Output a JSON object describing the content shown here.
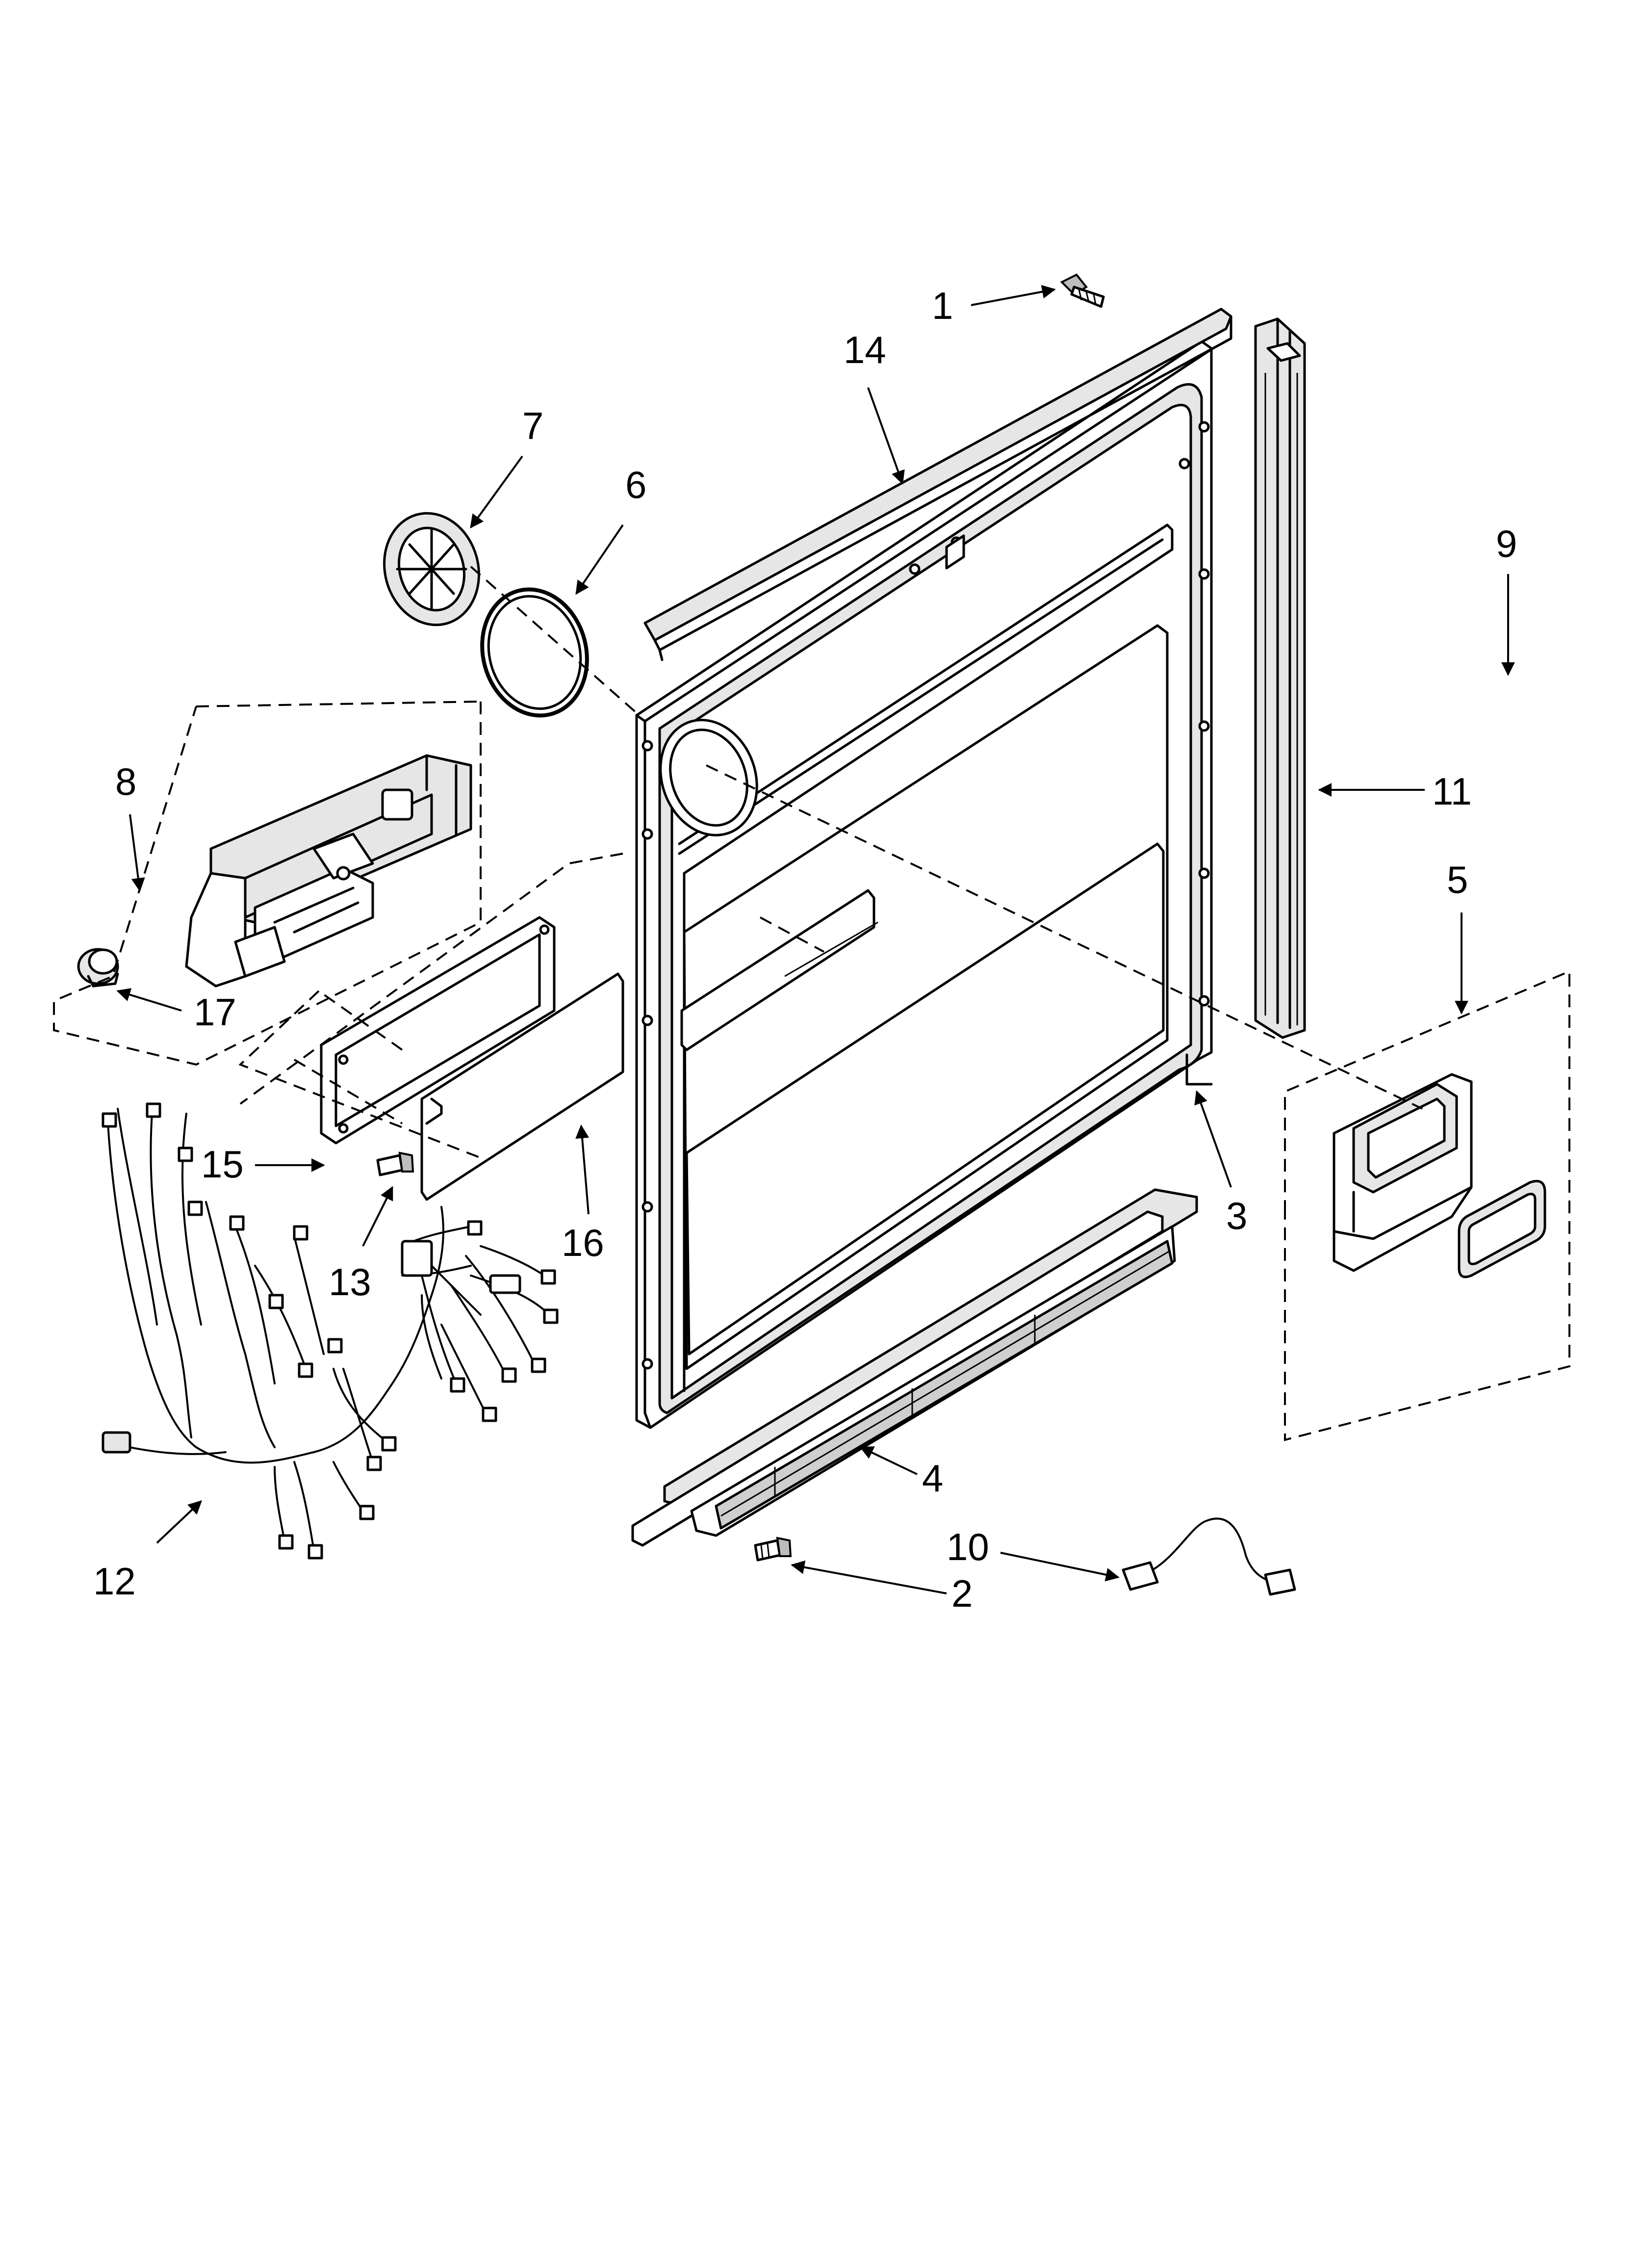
{
  "callouts": [
    {
      "id": "c1",
      "text": "1"
    },
    {
      "id": "c2",
      "text": "2"
    },
    {
      "id": "c3",
      "text": "3"
    },
    {
      "id": "c4",
      "text": "4"
    },
    {
      "id": "c5",
      "text": "5"
    },
    {
      "id": "c6",
      "text": "6"
    },
    {
      "id": "c7",
      "text": "7"
    },
    {
      "id": "c8",
      "text": "8"
    },
    {
      "id": "c9",
      "text": "9"
    },
    {
      "id": "c10",
      "text": "10"
    },
    {
      "id": "c11",
      "text": "11"
    },
    {
      "id": "c12",
      "text": "12"
    },
    {
      "id": "c13",
      "text": "13"
    },
    {
      "id": "c14",
      "text": "14"
    },
    {
      "id": "c15",
      "text": "15"
    },
    {
      "id": "c16",
      "text": "16"
    },
    {
      "id": "c17",
      "text": "17"
    }
  ]
}
